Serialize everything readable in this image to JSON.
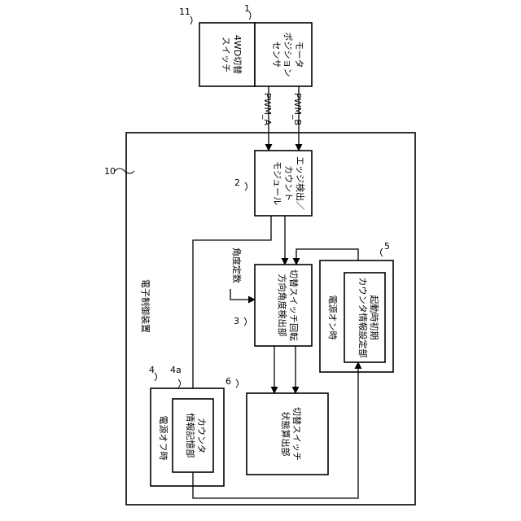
{
  "blocks": {
    "switch_4wd": {
      "ref": "11",
      "lines": [
        "4WD切替",
        "スイッチ"
      ]
    },
    "motor_sensor": {
      "ref": "1",
      "lines": [
        "モータ",
        "ポジション",
        "センサ"
      ]
    },
    "edge_module": {
      "ref": "2",
      "lines": [
        "エッジ検出／",
        "カウント",
        "モジュール"
      ]
    },
    "direction_detector": {
      "ref": "3",
      "lines": [
        "切替スイッチ回転",
        "方向角度検出部"
      ]
    },
    "state_calculator": {
      "ref": "6",
      "lines": [
        "切替スイッチ",
        "状態算出部"
      ]
    },
    "startup_setting_outer": {
      "ref": "5",
      "lines": [
        "電源オン時"
      ]
    },
    "startup_setting_inner": {
      "lines": [
        "起動時初期",
        "カウンタ情報設定部"
      ]
    },
    "counter_storage_outer": {
      "ref": "4",
      "lines": [
        "電源オフ時"
      ]
    },
    "counter_storage_inner": {
      "ref": "4a",
      "lines": [
        "カウンタ",
        "情報記憶部"
      ]
    }
  },
  "controller": {
    "ref": "10",
    "label": "電子制御装置"
  },
  "signals": {
    "pwm_a": "PWM_A",
    "pwm_b": "PWM_B",
    "angle_constant": "角度定数"
  }
}
